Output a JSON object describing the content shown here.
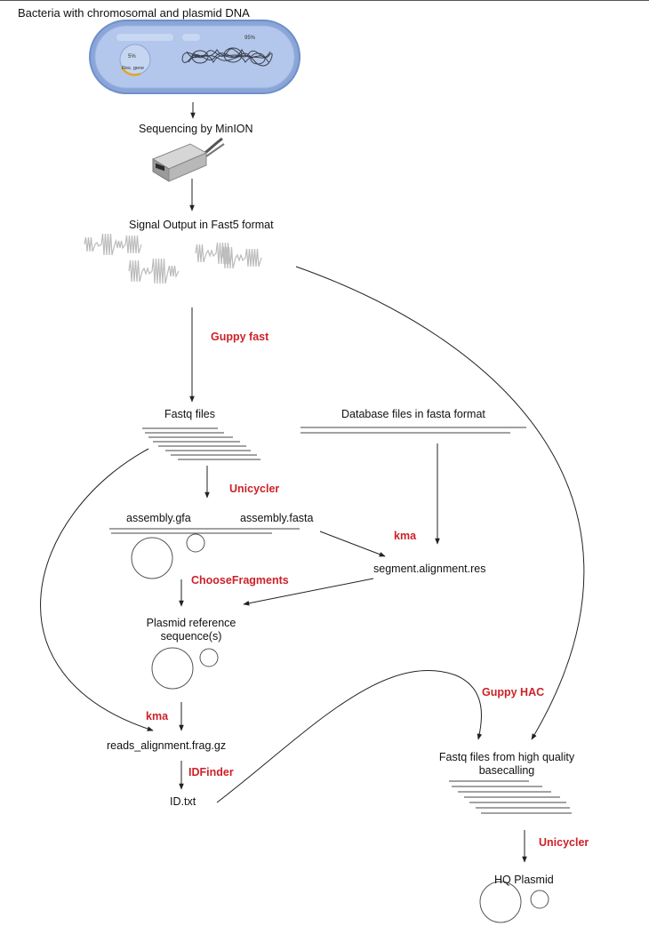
{
  "labels": {
    "bacteria_title": "Bacteria with chromosomal and plasmid DNA",
    "bacteria_pct": "95%",
    "plasmid_pct": "5%",
    "res_gene": "Res. gene",
    "sequencing": "Sequencing by MinION",
    "signal_output": "Signal Output in Fast5 format",
    "fastq_files": "Fastq files",
    "database_files": "Database files in fasta format",
    "assembly_gfa": "assembly.gfa",
    "assembly_fasta": "assembly.fasta",
    "segment_alignment": "segment.alignment.res",
    "plasmid_reference_line1": "Plasmid reference",
    "plasmid_reference_line2": "sequence(s)",
    "reads_alignment": "reads_alignment.frag.gz",
    "id_txt": "ID.txt",
    "fastq_hq_line1": "Fastq files from high quality",
    "fastq_hq_line2": "basecalling",
    "hq_plasmid": "HQ Plasmid"
  },
  "tools": {
    "guppy_fast": "Guppy fast",
    "unicycler_1": "Unicycler",
    "kma_1": "kma",
    "choose_fragments": "ChooseFragments",
    "kma_2": "kma",
    "idfinder": "IDFinder",
    "guppy_hac": "Guppy HAC",
    "unicycler_2": "Unicycler"
  },
  "colors": {
    "tool_label": "#cc2229",
    "bacteria_fill": "#a9bfe8",
    "bacteria_border": "#6f8fc9",
    "res_gene_arc": "#e0a52a"
  }
}
